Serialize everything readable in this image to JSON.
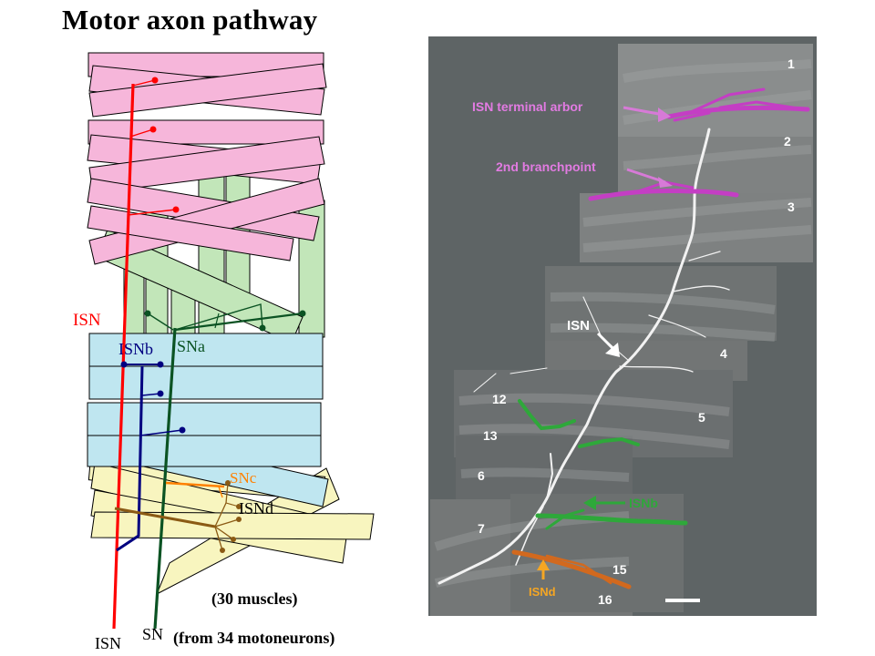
{
  "slide": {
    "title": "Motor axon pathway"
  },
  "schematic": {
    "labels": {
      "isn_upper": "ISN",
      "isnb": "ISNb",
      "sna": "SNa",
      "snc": "SNc",
      "isnd": "ISNd",
      "muscle_count": "(30 muscles)",
      "isn_bottom": "ISN",
      "sn_bottom": "SN",
      "motoneurons": "(from 34 motoneurons)"
    },
    "colors": {
      "dorsal_muscle": "#f6b6da",
      "lateral_muscle": "#c2e6b9",
      "ventral_muscle": "#bfe6f0",
      "ventral_most_muscle": "#f8f5bf",
      "isn": "#ff0000",
      "isnb": "#000080",
      "sna": "#0b5323",
      "snc": "#ff8000",
      "isnd": "#8b5a14"
    }
  },
  "micrograph": {
    "labels": {
      "terminal_arbor": "ISN terminal arbor",
      "branchpoint": "2nd branchpoint",
      "isn": "ISN",
      "isnb": "ISNb",
      "isnd": "ISNd"
    },
    "muscle_numbers": [
      "1",
      "2",
      "3",
      "4",
      "5",
      "12",
      "13",
      "6",
      "7",
      "15",
      "16"
    ],
    "colors": {
      "background": "#5e6465",
      "tissue": "#7c7f7f",
      "terminal_highlight": "#c43ec4",
      "label_magenta": "#e27be2",
      "isnb_green": "#2ea83a",
      "isnd_orange": "#d2691e",
      "isnd_label": "#f5a623"
    }
  }
}
